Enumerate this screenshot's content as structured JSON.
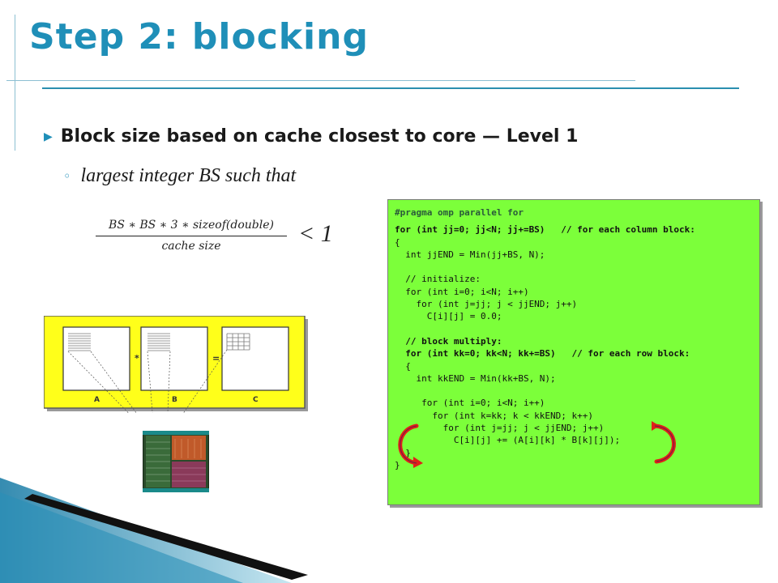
{
  "slide": {
    "title": "Step 2:  blocking",
    "bullet_level1": "Block size based on cache closest to core — Level 1",
    "bullet_level2": "largest integer BS such that",
    "formula": {
      "numerator": "BS ∗ BS ∗ 3 ∗ sizeof(double)",
      "denominator": "cache size",
      "comparison": "< 1"
    }
  },
  "diagram": {
    "matrix_labels": [
      "A",
      "B",
      "C"
    ],
    "operators": [
      "*",
      "="
    ],
    "colors": {
      "panel": "#ffff1a",
      "matrix_fill": "#ffffff",
      "chip_core": "#3a6b3a"
    }
  },
  "code": {
    "lines": [
      "#pragma omp parallel for",
      "for (int jj=0; jj<N; jj+=BS)   // for each column block:",
      "{",
      "  int jjEND = Min(jj+BS, N);",
      "",
      "  // initialize:",
      "  for (int i=0; i<N; i++)",
      "    for (int j=jj; j < jjEND; j++)",
      "      C[i][j] = 0.0;",
      "",
      "  // block multiply:",
      "  for (int kk=0; kk<N; kk+=BS)   // for each row block:",
      "  {",
      "    int kkEND = Min(kk+BS, N);",
      "",
      "     for (int i=0; i<N; i++)",
      "       for (int k=kk; k < kkEND; k++)",
      "         for (int j=jj; j < jjEND; j++)",
      "           C[i][j] += (A[i][k] * B[k][j]);",
      "  }",
      "}"
    ],
    "colors": {
      "background": "#7cff3a",
      "loop_arrow": "#e0201a"
    }
  },
  "theme": {
    "accent": "#1f8fb8"
  }
}
